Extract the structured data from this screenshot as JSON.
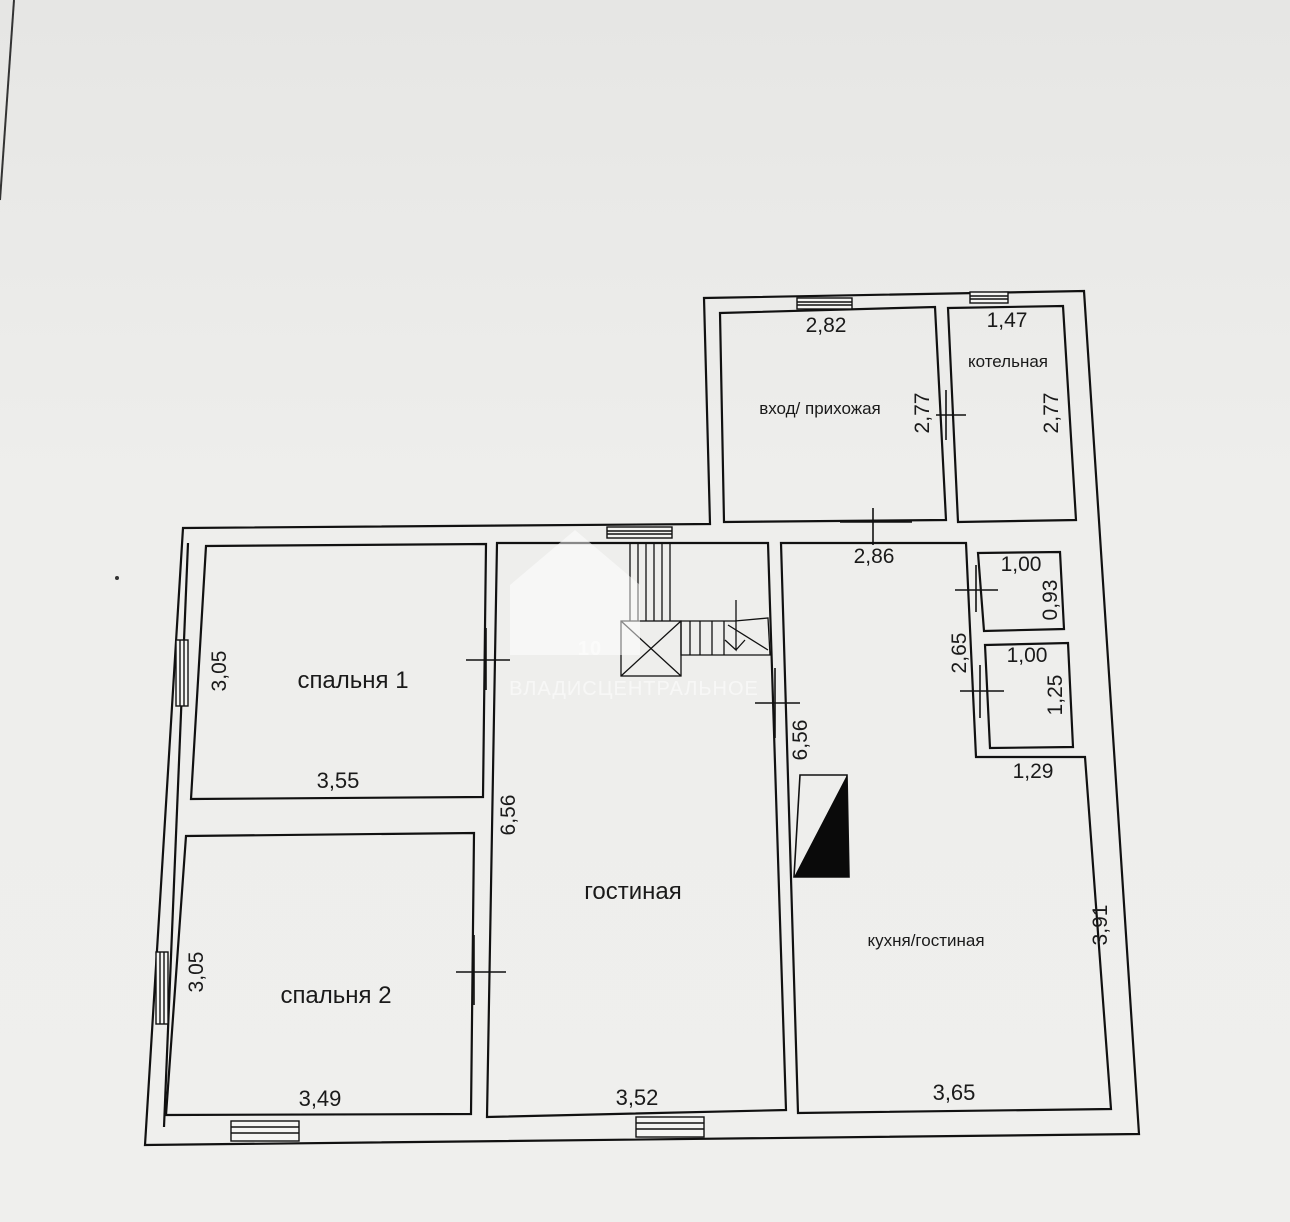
{
  "rooms": {
    "bedroom1": "спальня 1",
    "bedroom2": "спальня 2",
    "living": "гостиная",
    "kitchen": "кухня/гостиная",
    "entry": "вход/ прихожая",
    "boiler": "котельная"
  },
  "dimensions": {
    "entry_width": "2,82",
    "entry_height": "2,77",
    "boiler_width": "1,47",
    "boiler_height": "2,77",
    "bedroom1_height": "3,05",
    "bedroom1_width": "3,55",
    "bedroom2_height": "3,05",
    "bedroom2_width": "3,49",
    "living_height": "6,56",
    "living_width": "3,52",
    "kitchen_top_width": "2,86",
    "kitchen_left_height": "6,56",
    "kitchen_bottom_width": "3,65",
    "kitchen_right_height": "3,91",
    "kitchen_step_width": "1,29",
    "kitchen_upper_height": "2,65",
    "closet1_width": "1,00",
    "closet1_height": "0,93",
    "closet2_width": "1,00",
    "closet2_height": "1,25"
  },
  "watermark": {
    "logo": "10",
    "text": "ВЛАДИСЦЕНТРАЛЬНОЕ"
  },
  "colors": {
    "paper": "#ecece9",
    "ink": "#111111"
  }
}
